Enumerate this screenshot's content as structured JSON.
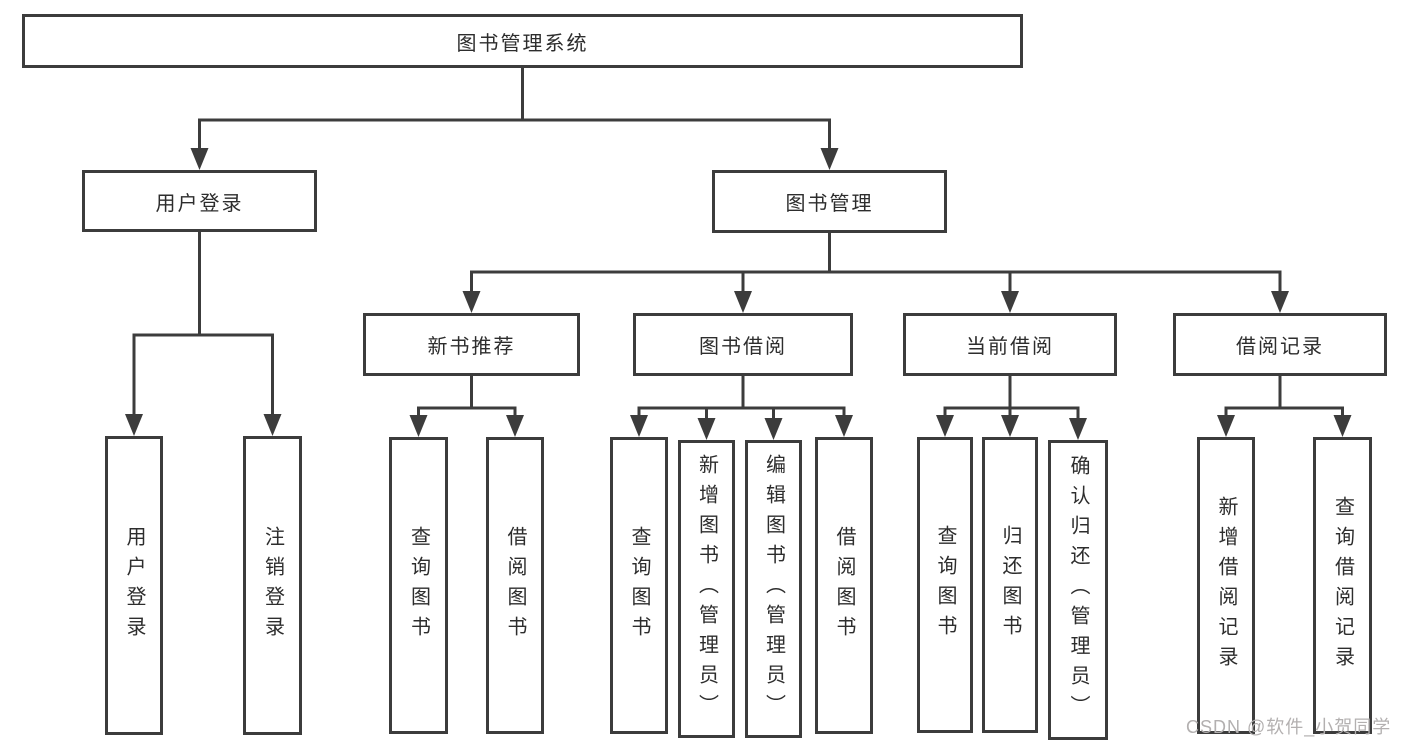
{
  "tree": {
    "root": {
      "label": "图书管理系统"
    },
    "level2": [
      {
        "label": "用户登录"
      },
      {
        "label": "图书管理"
      }
    ],
    "level3": [
      {
        "label": "新书推荐"
      },
      {
        "label": "图书借阅"
      },
      {
        "label": "当前借阅"
      },
      {
        "label": "借阅记录"
      }
    ],
    "leaves": {
      "user_login": [
        {
          "label": "用户登录"
        },
        {
          "label": "注销登录"
        }
      ],
      "new_book": [
        {
          "label": "查询图书"
        },
        {
          "label": "借阅图书"
        }
      ],
      "book_borrow": [
        {
          "label": "查询图书"
        },
        {
          "label": "新增图书（管理员）"
        },
        {
          "label": "编辑图书（管理员）"
        },
        {
          "label": "借阅图书"
        }
      ],
      "current_borrow": [
        {
          "label": "查询图书"
        },
        {
          "label": "归还图书"
        },
        {
          "label": "确认归还（管理员）"
        }
      ],
      "borrow_record": [
        {
          "label": "新增借阅记录"
        },
        {
          "label": "查询借阅记录"
        }
      ]
    }
  },
  "watermark": {
    "text": "CSDN @软件_小贺同学"
  },
  "colors": {
    "line": "#3c3c3c",
    "text": "#2d2d2d",
    "watermark": "#b3b0b0"
  }
}
